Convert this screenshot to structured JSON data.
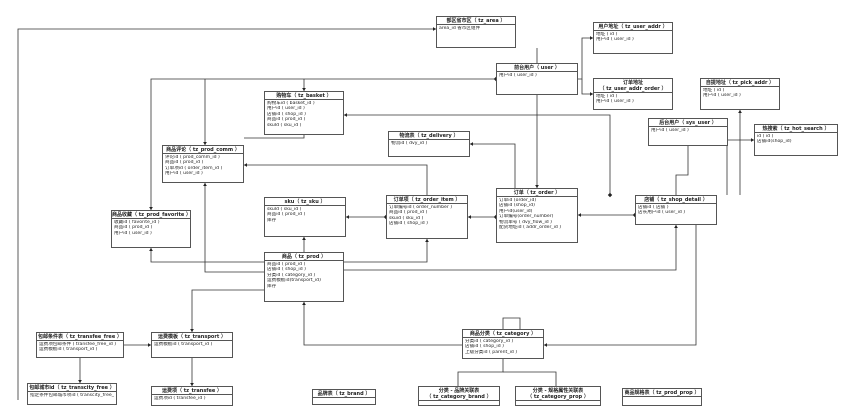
{
  "diagram": {
    "entities": [
      {
        "id": "tz_area",
        "title": "部区省市区（ tz_area ）",
        "attrs": [
          "area_id 省市区组件"
        ]
      },
      {
        "id": "tz_user_addr",
        "title": "用户地址（ tz_user_addr ）",
        "attrs": [
          "地址 ( id )",
          "用户id ( user_id )"
        ]
      },
      {
        "id": "tz_pick_addr",
        "title": "自提地址（ tz_pick_addr ）",
        "attrs": [
          "地址 ( id )",
          "用户id ( user_id )"
        ]
      },
      {
        "id": "tz_user",
        "title": "前台用户（ user ）",
        "attrs": [
          "用户id ( user_id )"
        ]
      },
      {
        "id": "tz_user_addr_order",
        "title": "订单地址\n（ tz_user_addr_order ）",
        "attrs": [
          "地址 ( id )",
          "用户id ( user_id )"
        ]
      },
      {
        "id": "tz_basket",
        "title": "购物车（ tz_basket ）",
        "attrs": [
          "购物车id ( basket_id )",
          "用户id ( user_id )",
          "店铺id ( shop_id )",
          "商品id ( prod_id )",
          "skuId ( sku_id )"
        ]
      },
      {
        "id": "sys_user",
        "title": "后台用户（ sys_user ）",
        "attrs": [
          "用户id ( user_id )"
        ]
      },
      {
        "id": "tz_hot_search",
        "title": "热搜索（ tz_hot_search ）",
        "attrs": [
          "id ( id )",
          "店铺id(shop_id)"
        ]
      },
      {
        "id": "tz_delivery",
        "title": "物流表（ tz_delivery ）",
        "attrs": [
          "物流id ( dvy_id )"
        ]
      },
      {
        "id": "tz_prod_comm",
        "title": "商品评论（ tz_prod_comm ）",
        "attrs": [
          "评论id ( prod_comm_id )",
          "商品id ( prod_id )",
          "订单项id ( order_item_id )",
          "用户id ( user_id )"
        ]
      },
      {
        "id": "tz_order_item",
        "title": "订单项（ tz_order_item ）",
        "attrs": [
          "订单编号id ( order_number )",
          "商品id ( prod_id )",
          "skuid ( sku_id )",
          "店铺id ( shop_id )"
        ]
      },
      {
        "id": "tz_order",
        "title": "订单（ tz_order ）",
        "attrs": [
          "订单id (order_id)",
          "店铺id (shop_id)",
          "用户id(user_id)",
          "订单编号(order_number)",
          "物流单号 ( dvy_flow_id )",
          "配货地址id ( addr_order_id )"
        ]
      },
      {
        "id": "tz_shop_detail",
        "title": "店铺（ tz_shop_detail ）",
        "attrs": [
          "店铺id ( 店铺 )",
          "店长用户id ( user_id )"
        ]
      },
      {
        "id": "tz_sku",
        "title": "sku（ tz_sku ）",
        "attrs": [
          "skuId ( sku_id )",
          "商品id ( prod_id )",
          "库存"
        ]
      },
      {
        "id": "tz_prod_favorite",
        "title": "商品收藏（ tz_prod_favorite ）",
        "attrs": [
          "收藏id ( favorite_id )",
          "商品id ( prod_id )",
          "用户id ( user_id )"
        ]
      },
      {
        "id": "tz_prod",
        "title": "商品（ tz_prod ）",
        "attrs": [
          "商品id ( prod_id )",
          "店铺id ( shop_id )",
          "分类id ( category_id )",
          "运费模板id(transport_id)",
          "库存"
        ]
      },
      {
        "id": "tz_transfee_free",
        "title": "包邮条件表（ tz_transfee_free ）",
        "attrs": [
          "运费项包邮条件 ( transfee_free_id )",
          "运费模板id ( transport_id )"
        ]
      },
      {
        "id": "tz_transport",
        "title": "运费模板（ tz_transport ）",
        "attrs": [
          "运费模板id ( transport_id )"
        ]
      },
      {
        "id": "tz_category",
        "title": "商品分类（ tz_category ）",
        "attrs": [
          "分类id ( category_id )",
          "店铺id ( shop_id )",
          "上级分类id ( parent_id )"
        ]
      },
      {
        "id": "tz_transcity_free",
        "title": "包邮城市id（ tz_transcity_free ）",
        "attrs": [
          "指定条件包邮城市项id ( transcity_free_id )"
        ]
      },
      {
        "id": "tz_transfee",
        "title": "运费项（ tz_transfee ）",
        "attrs": [
          "运费项id ( transfee_id )"
        ]
      },
      {
        "id": "tz_brand",
        "title": "品牌表（ tz_brand ）",
        "attrs": []
      },
      {
        "id": "tz_category_brand",
        "title": "分类 - 品牌关联表\n（ tz_category_brand ）",
        "attrs": []
      },
      {
        "id": "tz_category_prop",
        "title": "分类 - 规格属性关联表\n（ tz_category_prop ）",
        "attrs": []
      },
      {
        "id": "tz_prod_prop",
        "title": "商品规格表（ tz_prod_prop ）",
        "attrs": []
      }
    ]
  }
}
